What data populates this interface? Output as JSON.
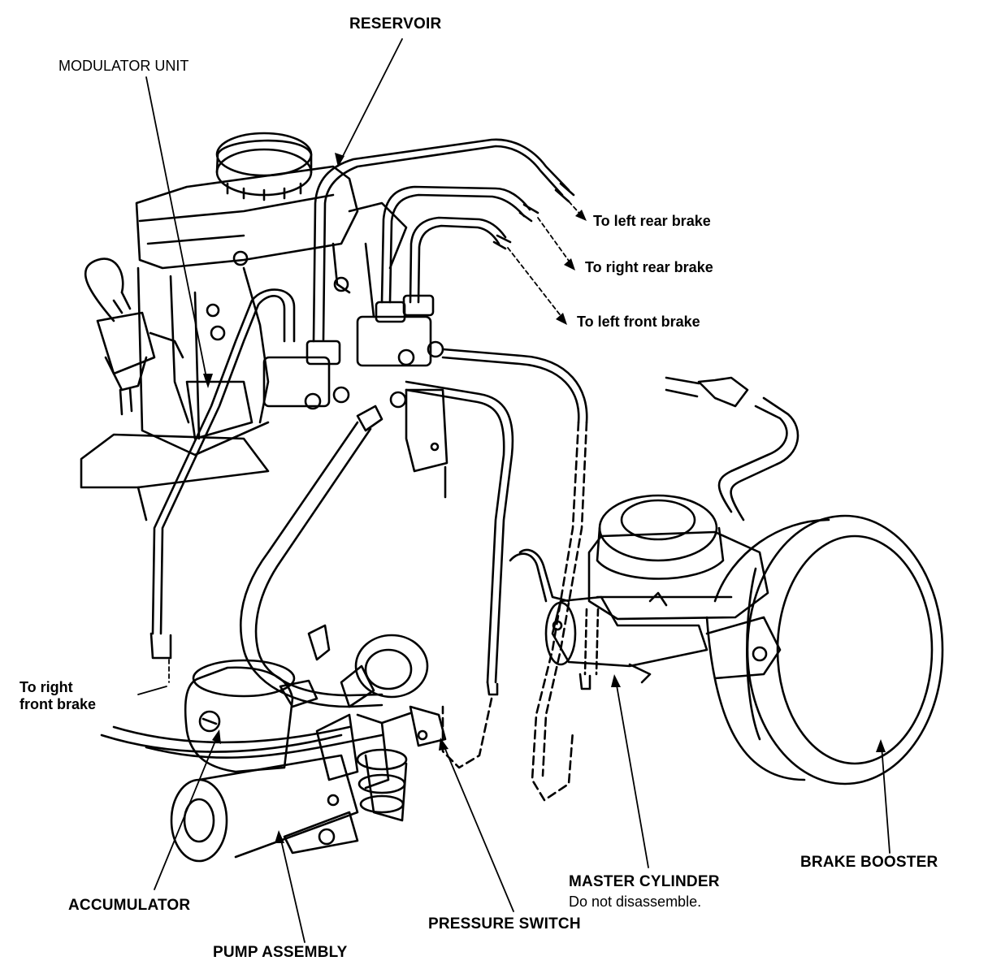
{
  "labels": {
    "reservoir": "RESERVOIR",
    "modulator_unit": "MODULATOR UNIT",
    "to_left_rear_brake": "To left rear brake",
    "to_right_rear_brake": "To right rear brake",
    "to_left_front_brake": "To left front brake",
    "to_right_front_brake": [
      "To right",
      "front brake"
    ],
    "brake_booster": "BRAKE BOOSTER",
    "master_cylinder": "MASTER CYLINDER",
    "master_cylinder_note": "Do not disassemble.",
    "accumulator": "ACCUMULATOR",
    "pressure_switch": "PRESSURE SWITCH",
    "pump_assembly": "PUMP ASSEMBLY"
  }
}
